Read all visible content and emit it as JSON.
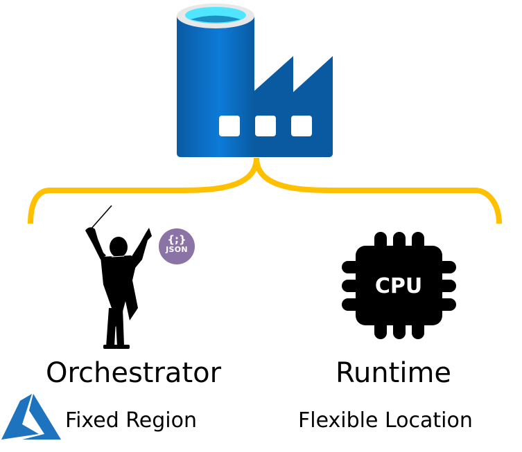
{
  "diagram": {
    "top_icon": "azure-data-factory-icon",
    "connector": {
      "type": "curly-brace",
      "color": "#ffc000"
    },
    "colors": {
      "factory_blue_dark": "#0a5aa2",
      "factory_blue_light": "#0c79d6",
      "factory_top_rim": "#e6e6e6",
      "factory_top_water": "#50e6ff",
      "json_badge": "#8c73a6",
      "azure_blue": "#1e73be",
      "cpu": "#000000"
    },
    "branches": [
      {
        "id": "orchestrator",
        "icon": "conductor-icon",
        "badge": {
          "icon": "json-icon",
          "symbol": "{;}",
          "label": "JSON"
        },
        "title": "Orchestrator",
        "subtitle": "Fixed Region",
        "subtitle_icon": "azure-logo-icon"
      },
      {
        "id": "runtime",
        "icon": "cpu-icon",
        "chip_label": "CPU",
        "title": "Runtime",
        "subtitle": "Flexible Location"
      }
    ]
  }
}
